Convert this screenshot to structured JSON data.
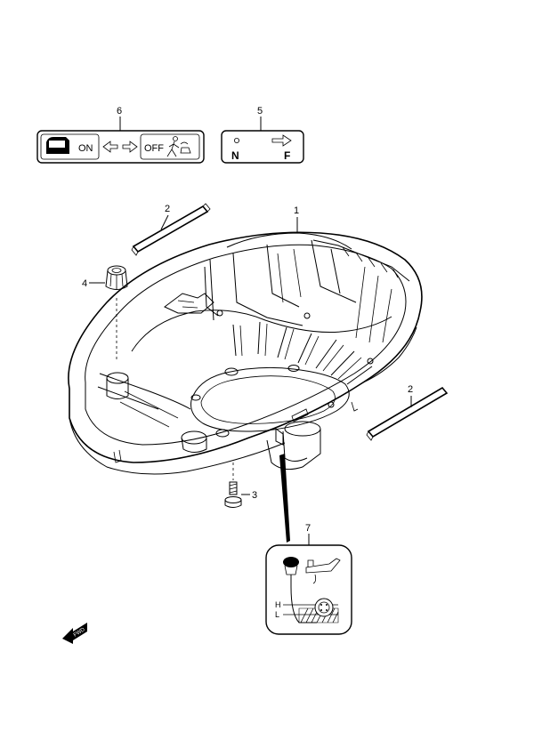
{
  "callouts": {
    "c1": "1",
    "c2a": "2",
    "c2b": "2",
    "c3": "3",
    "c4": "4",
    "c5": "5",
    "c6": "6",
    "c7": "7"
  },
  "decal6": {
    "on": "ON",
    "off": "OFF"
  },
  "decal5": {
    "n": "N",
    "f": "F"
  },
  "decal7": {
    "h": "H",
    "l": "L"
  },
  "fwd": "FWD"
}
